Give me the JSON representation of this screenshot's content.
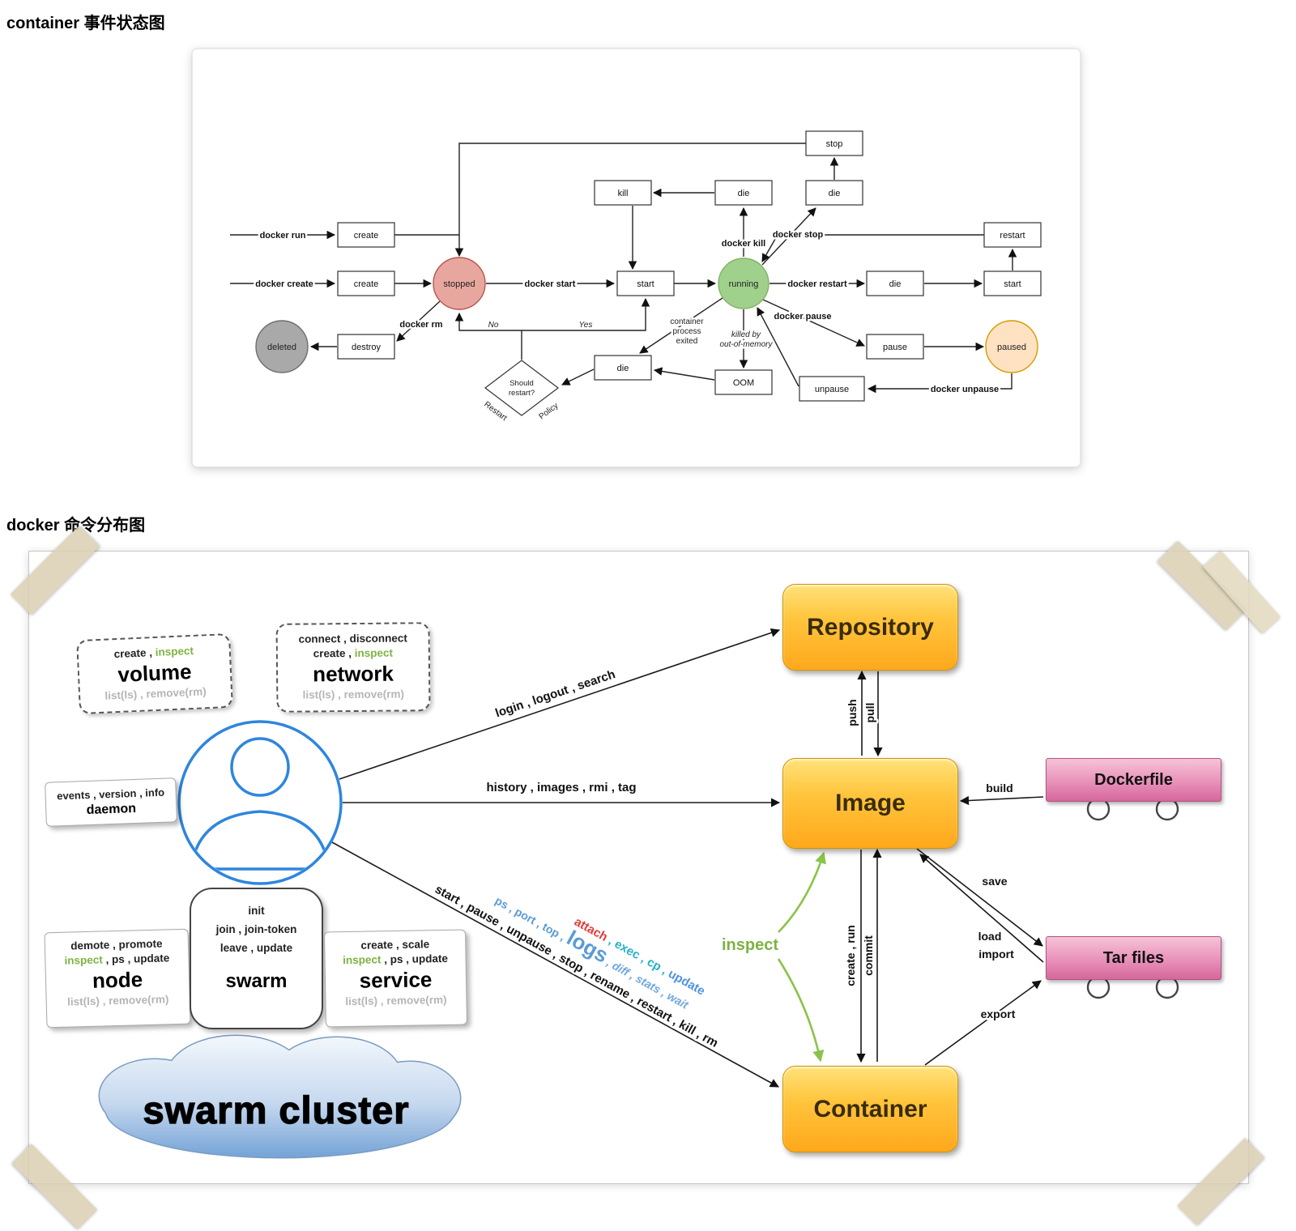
{
  "titles": {
    "state_diagram": "container 事件状态图",
    "command_map": "docker 命令分布图"
  },
  "sd": {
    "states": {
      "stopped": "stopped",
      "running": "running",
      "deleted": "deleted",
      "paused": "paused"
    },
    "events": {
      "stop": "stop",
      "kill": "kill",
      "die": "die",
      "create": "create",
      "restart": "restart",
      "start": "start",
      "destroy": "destroy",
      "pause": "pause",
      "unpause": "unpause",
      "oom": "OOM"
    },
    "decision": {
      "line1": "Should",
      "line2": "restart?"
    },
    "labels": {
      "docker_run": "docker run",
      "docker_create": "docker create",
      "docker_start": "docker start",
      "docker_kill": "docker kill",
      "docker_stop": "docker stop",
      "docker_restart": "docker restart",
      "docker_pause": "docker pause",
      "docker_unpause": "docker unpause",
      "docker_rm": "docker rm",
      "no": "No",
      "yes": "Yes",
      "exited1": "container",
      "exited2": "process",
      "exited3": "exited",
      "oom1": "killed by",
      "oom2": "out-of-memory",
      "policy1": "Restart",
      "policy2": "Policy"
    }
  },
  "cmd": {
    "volume": {
      "ops1a": "create , ",
      "ops1b": "inspect",
      "name": "volume",
      "ops2": "list(ls) , remove(rm)"
    },
    "network": {
      "ops1": "connect , disconnect",
      "ops2a": "create , ",
      "ops2b": "inspect",
      "name": "network",
      "ops3": "list(ls) , remove(rm)"
    },
    "daemon": {
      "ops1": "events , version , info",
      "name": "daemon"
    },
    "node": {
      "ops1": "demote , promote",
      "ops2a": "inspect",
      "ops2b": " , ps , update",
      "name": "node",
      "ops3": "list(ls) , remove(rm)"
    },
    "swarm": {
      "ops1": "init",
      "ops2": "join , join-token",
      "ops3": "leave , update",
      "name": "swarm"
    },
    "service": {
      "ops1": "create , scale",
      "ops2a": "inspect",
      "ops2b": " , ps , update",
      "name": "service",
      "ops3": "list(ls) , remove(rm)"
    },
    "cloud": "swarm cluster",
    "entities": {
      "repository": "Repository",
      "image": "Image",
      "container": "Container",
      "dockerfile": "Dockerfile",
      "tar_files": "Tar files"
    },
    "arrows": {
      "to_repository": "login , logout , search",
      "to_image": "history , images , rmi , tag",
      "container_mgmt": "start , pause , unpause , stop , rename , restart , kill , rm",
      "container_info_a": "ps , port , top , ",
      "container_info_logs": "logs",
      "container_info_b": " , diff , stats , wait",
      "attach": "attach",
      "exec_cp": " , exec , cp , ",
      "update": "update",
      "push": "push",
      "pull": "pull",
      "build": "build",
      "save": "save",
      "load": "load",
      "import": "import",
      "export": "export",
      "create_run": "create , run",
      "commit": "commit",
      "inspect": "inspect"
    }
  },
  "colors": {
    "inspect_green": "#7cb342",
    "muted_gray": "#b5b5b5",
    "entity_orange": "#ffb125",
    "file_pink": "#d9679e",
    "stopped_red": "#e8a79e",
    "running_green": "#9fd08c",
    "paused_peach": "#ffe2c2",
    "deleted_gray": "#a9a9a9",
    "user_blue": "#2e86de",
    "info_blue": "#5b9bd5",
    "attach_red": "#e53935"
  }
}
